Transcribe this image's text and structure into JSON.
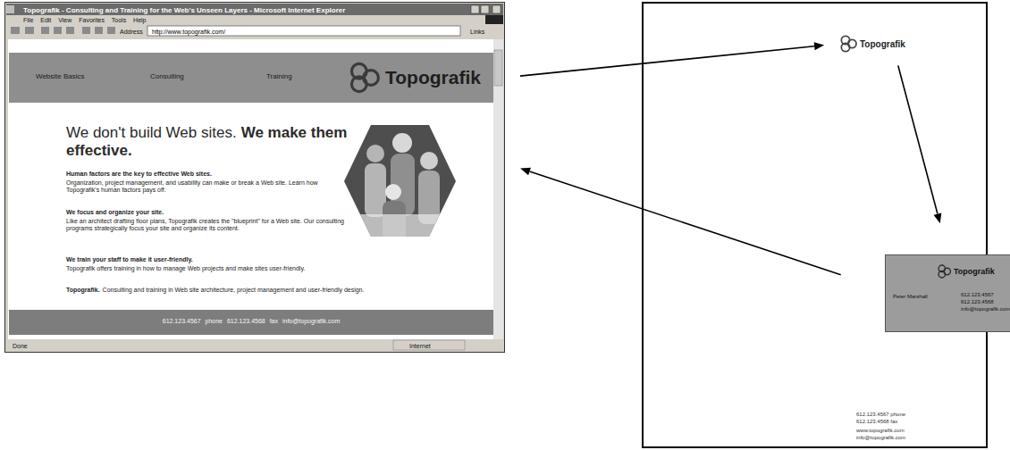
{
  "diagram": {
    "nodes": [
      {
        "text": [
          "Topografik - Consulting and Training for the Web's Unseen Layers - Microsoft Internet Explorer"
        ]
      },
      {
        "text": [
          "Website Basics",
          "Consulting",
          "Training"
        ],
        "in": 0
      },
      {
        "text": [
          "Topografik"
        ],
        "in": 1
      },
      {
        "text": [
          "612.123.4567 phone 612.123.4568 fax info@topografik.com"
        ],
        "in": 0
      },
      {
        "text": [
          "612.123.4567 phone 612.123.4568 fax",
          "www.topografik.com info@topografik.com"
        ]
      },
      {
        "text": [
          "Topografik"
        ],
        "in": 4
      },
      {
        "text": [
          "Topografik",
          "Peter Marshall",
          "612.123.4567 612.123.4568 info@topografik.com"
        ],
        "in": 4
      }
    ],
    "edges": [
      {
        "from": 0,
        "to": 5,
        "arrow": "to"
      },
      {
        "from": 5,
        "to": 6,
        "arrow": "to"
      },
      {
        "from": 6,
        "to": 0,
        "arrow": "to"
      }
    ],
    "labels": [
      "File Edit View Favorites Tools Help",
      "Address",
      "http://www.topografik.com/",
      "Links",
      "We don't build Web sites.",
      "We make them effective.",
      "Human factors are the key to effective Web sites.",
      "Organization, project management, and usability can make or break a Web site. Learn how Topografik's human factors pays off.",
      "We focus and organize your site.",
      "Like an architect drafting floor plans, Topografik creates the \"blueprint\" for a Web site. Our consulting programs strategically focus your site and organize its content.",
      "We train your staff to make it user-friendly.",
      "Topografik offers training in how to manage Web projects and make sites user-friendly.",
      "Topografik.",
      "Consulting and training in Web site architecture, project management and user-friendly design.",
      "Done",
      "Internet"
    ]
  }
}
